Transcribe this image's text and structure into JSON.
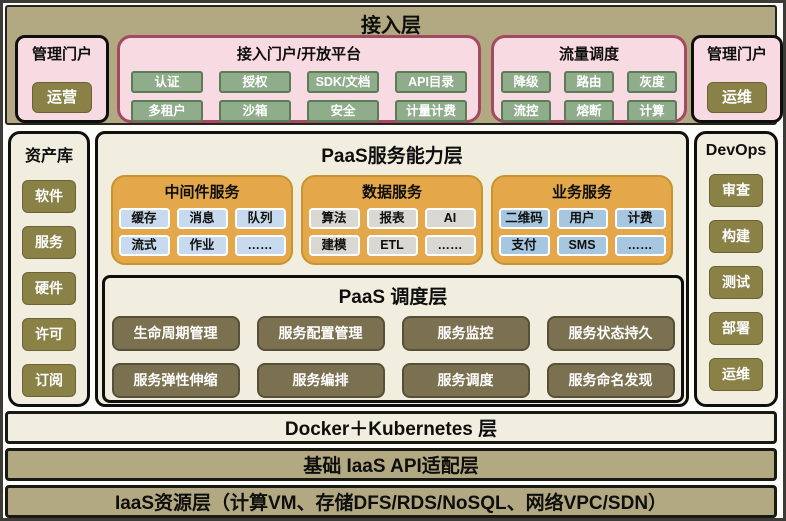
{
  "colors": {
    "khaki_band": "#b2a983",
    "cream_panel": "#f1eee0",
    "pink_panel": "#f8dbe2",
    "maroon_border": "#a24a60",
    "black_border": "#0f0f0d",
    "green_button": "#8fad8b",
    "green_button_border": "#5b7c57",
    "olive_button": "#8a8147",
    "orange_panel": "#e4a84a",
    "orange_panel_border": "#c6952e",
    "light_blue_button": "#c8dbee",
    "gray_button": "#d9d8d3",
    "mid_blue_button": "#a7c7e1",
    "taupe_button": "#7b7150"
  },
  "access_layer": {
    "title": "接入层",
    "portal_left": {
      "title": "管理门户",
      "button": "运营"
    },
    "open_platform": {
      "title": "接入门户/开放平台",
      "buttons": [
        "认证",
        "授权",
        "SDK/文档",
        "API目录",
        "多租户",
        "沙箱",
        "安全",
        "计量计费"
      ]
    },
    "traffic": {
      "title": "流量调度",
      "buttons": [
        "降级",
        "路由",
        "灰度",
        "流控",
        "熔断",
        "计算"
      ]
    },
    "portal_right": {
      "title": "管理门户",
      "button": "运维"
    }
  },
  "asset_library": {
    "title": "资产库",
    "items": [
      "软件",
      "服务",
      "硬件",
      "许可",
      "订阅"
    ]
  },
  "paas_capability": {
    "title": "PaaS服务能力层",
    "groups": [
      {
        "title": "中间件服务",
        "items": [
          "缓存",
          "消息",
          "队列",
          "流式",
          "作业",
          "……"
        ]
      },
      {
        "title": "数据服务",
        "items": [
          "算法",
          "报表",
          "AI",
          "建模",
          "ETL",
          "……"
        ]
      },
      {
        "title": "业务服务",
        "items": [
          "二维码",
          "用户",
          "计费",
          "支付",
          "SMS",
          "……"
        ]
      }
    ]
  },
  "paas_scheduling": {
    "title": "PaaS 调度层",
    "items": [
      "生命周期管理",
      "服务配置管理",
      "服务监控",
      "服务状态持久",
      "服务弹性伸缩",
      "服务编排",
      "服务调度",
      "服务命名发现"
    ]
  },
  "devops": {
    "title": "DevOps",
    "items": [
      "审查",
      "构建",
      "测试",
      "部署",
      "运维"
    ]
  },
  "bottom_layers": [
    "Docker＋Kubernetes 层",
    "基础 IaaS API适配层",
    "IaaS资源层（计算VM、存储DFS/RDS/NoSQL、网络VPC/SDN）"
  ]
}
